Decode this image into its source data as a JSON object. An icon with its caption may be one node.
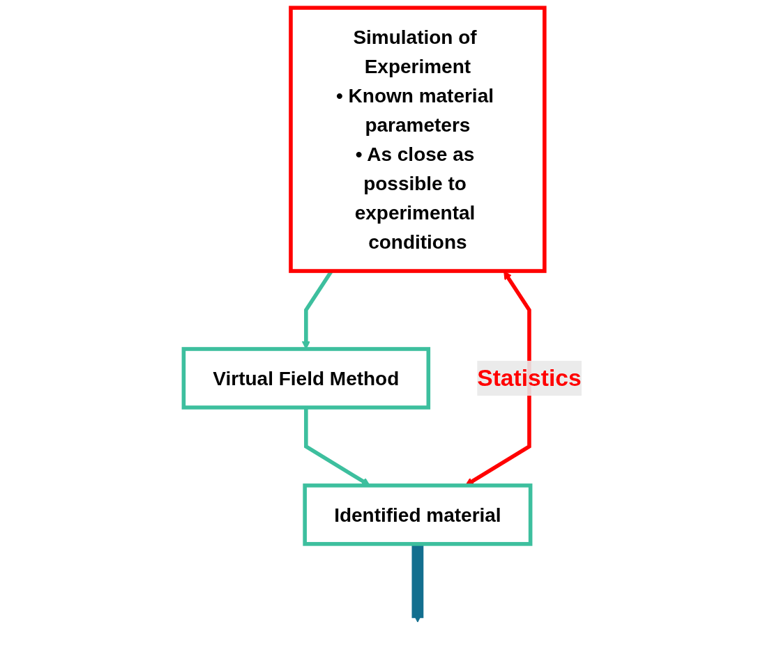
{
  "diagram": {
    "nodes": [
      {
        "text": [
          "Simulation of Experiment",
          "• Known material parameters",
          "• As close as possible to experimental conditions"
        ]
      },
      {
        "text": [
          "Virtual Field Method"
        ]
      },
      {
        "text": [
          "Identified material"
        ]
      }
    ],
    "edges": [
      {
        "from": 0,
        "to": 1,
        "arrow": "to"
      },
      {
        "from": 1,
        "to": 2,
        "arrow": "to"
      },
      {
        "from": 0,
        "to": 2,
        "arrow": "both",
        "label": "Statistics",
        "color": "#ff0000"
      },
      {
        "from": 2,
        "to": null,
        "arrow": "to",
        "style": "thick",
        "color": "#136f8f"
      }
    ]
  }
}
